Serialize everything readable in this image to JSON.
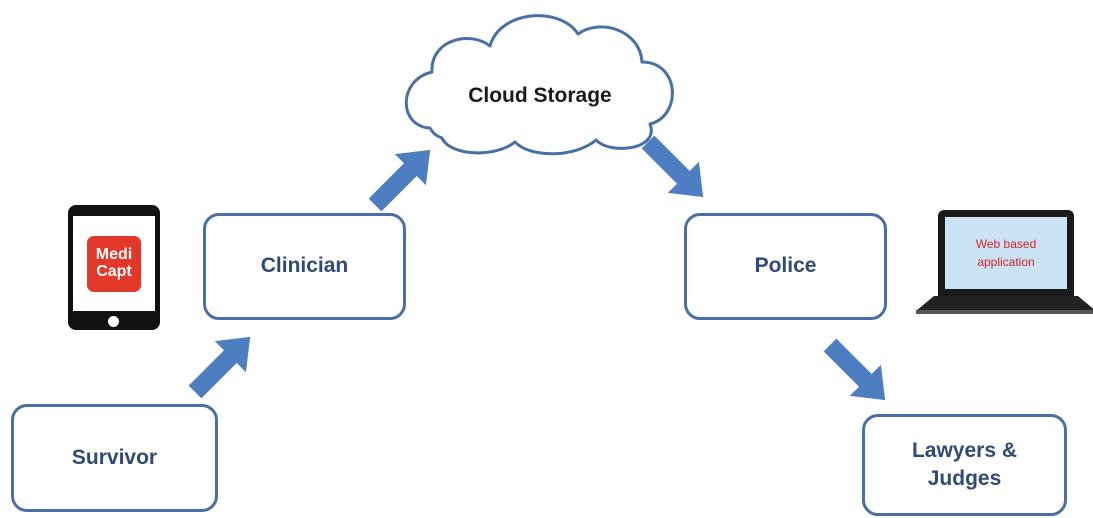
{
  "nodes": {
    "cloud_storage": "Cloud Storage",
    "clinician": "Clinician",
    "police": "Police",
    "survivor": "Survivor",
    "lawyers_judges": "Lawyers &\nJudges"
  },
  "devices": {
    "tablet_app": "Medi\nCapt",
    "laptop_screen": "Web based\napplication"
  },
  "colors": {
    "box_border": "#4a6fa5",
    "box_text": "#2f4978",
    "arrow_fill": "#4e7ec2",
    "app_badge": "#e2382a",
    "laptop_screen_bg": "#c9e3f4",
    "laptop_screen_text": "#d2262b"
  },
  "flow": [
    [
      "survivor",
      "clinician"
    ],
    [
      "clinician",
      "cloud_storage"
    ],
    [
      "cloud_storage",
      "police"
    ],
    [
      "police",
      "lawyers_judges"
    ]
  ]
}
